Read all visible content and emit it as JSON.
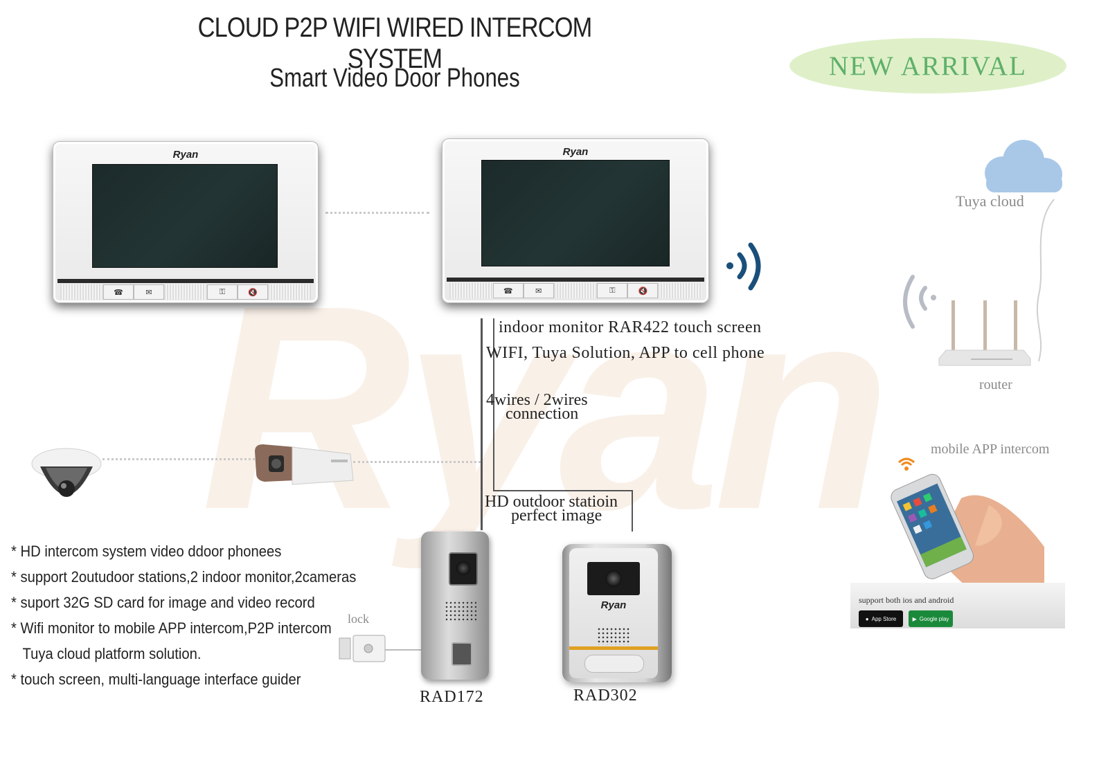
{
  "header": {
    "title": "CLOUD P2P WIFI WIRED INTERCOM SYSTEM",
    "subtitle": "Smart Video Door Phones",
    "badge": "NEW ARRIVAL"
  },
  "watermark": "Ryan",
  "monitors": {
    "left_brand": "Ryan",
    "right_brand": "Ryan"
  },
  "labels": {
    "monitor_line1": "indoor monitor RAR422 touch screen",
    "monitor_line2": "WIFI, Tuya Solution, APP to  cell phone",
    "wires_line1": "4wires / 2wires",
    "wires_line2": "connection",
    "outdoor_line1": "HD outdoor statioin",
    "outdoor_line2": "perfect image",
    "tuya_cloud": "Tuya cloud",
    "router": "router",
    "mobile_app": "mobile APP intercom",
    "lock": "lock",
    "rad172": "RAD172",
    "rad302": "RAD302",
    "rad302_brand": "Ryan"
  },
  "bullets": [
    "* HD intercom system video ddoor phonees",
    "* support  2outudoor stations,2 indoor monitor,2cameras",
    "* suport 32G SD card for image and video record",
    "* Wifi monitor to mobile APP intercom,P2P intercom",
    "   Tuya cloud platform solution.",
    "* touch screen, multi-language interface guider"
  ],
  "phone_panel": {
    "support_text": "support both ios and android",
    "app_store": "App Store",
    "google_play": "Google play"
  },
  "colors": {
    "badge_bg": "#dff0c8",
    "badge_text": "#5fb06a",
    "wifi_blue": "#1a4f7a",
    "cloud_blue": "#a9c8e8",
    "wifi_orange": "#f08a1c"
  }
}
